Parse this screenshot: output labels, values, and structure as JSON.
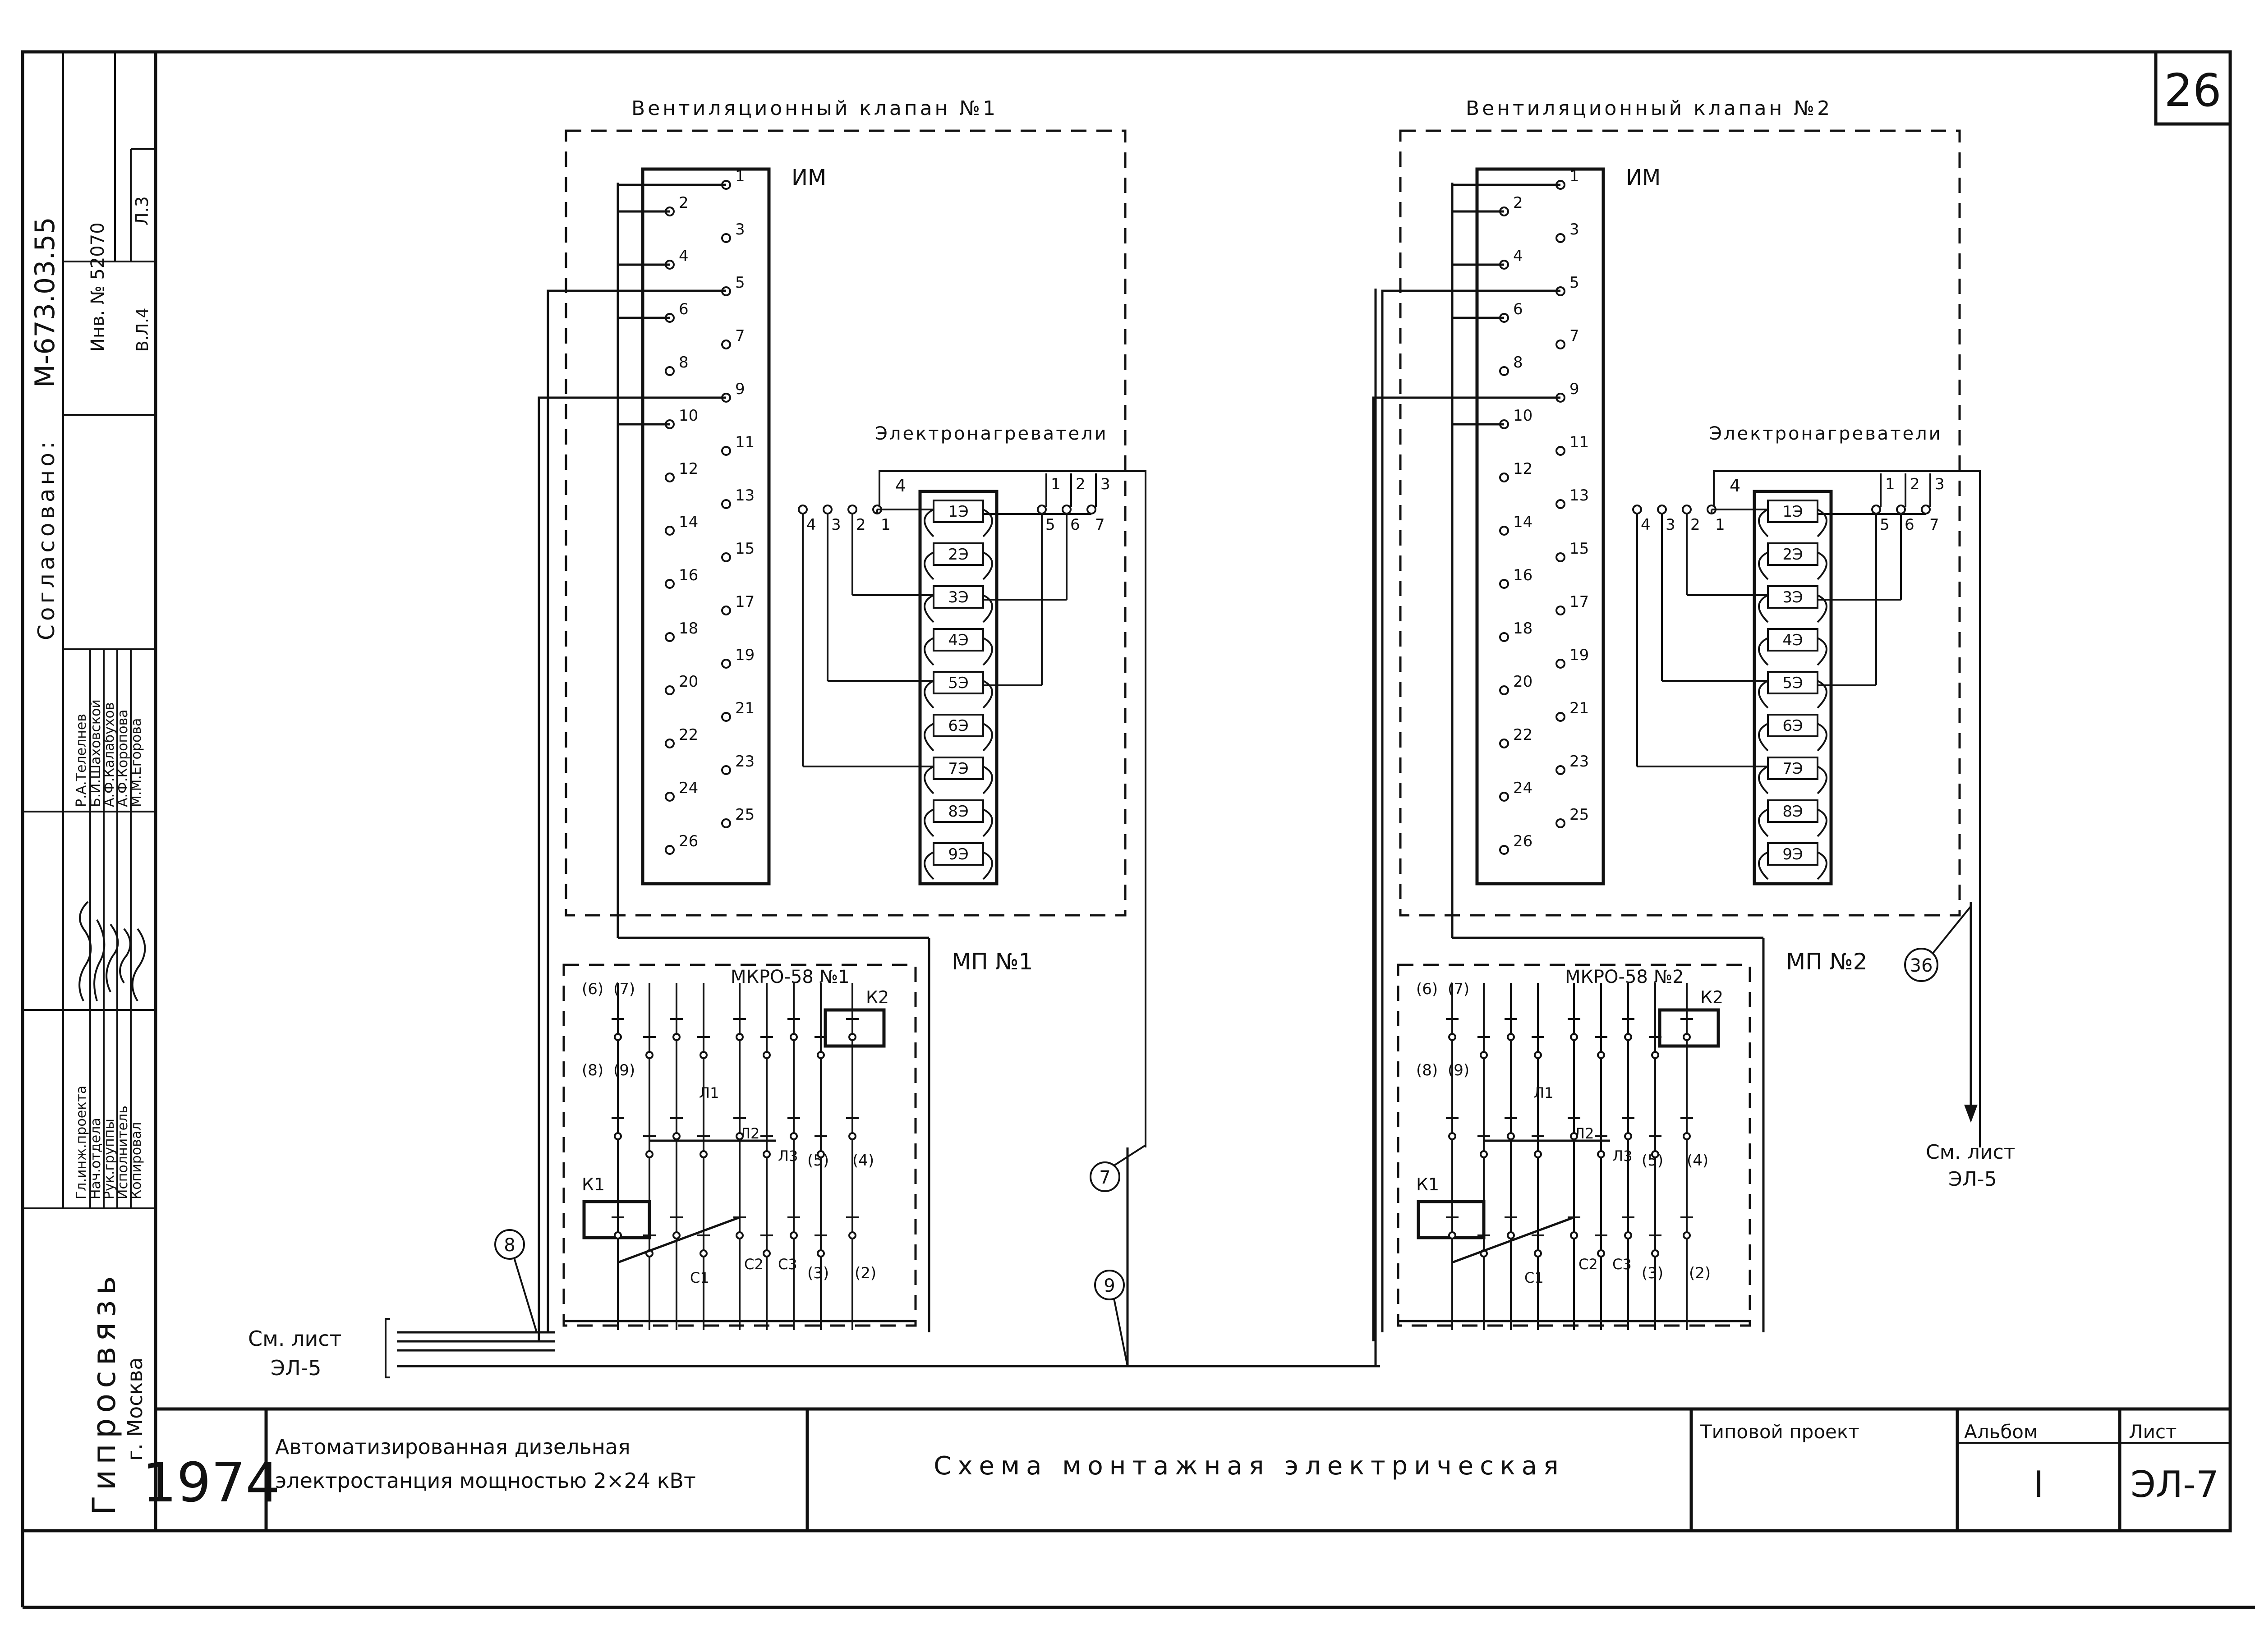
{
  "sheet_number_top": "26",
  "stamp": {
    "doc_code": "М-673.03.55",
    "inv": "Инв. № 52070",
    "sheet_ref": "Л.3",
    "volume": "В.Л.4",
    "agreed": "Согласовано:",
    "roles": [
      "Гл.инж.проекта",
      "Нач.отдела",
      "Рук.группы",
      "Исполнитель",
      "Копировал"
    ],
    "names": [
      "Р.А.Телелнев",
      "Б.И.Шаховской",
      "А.Ф.Калабухов",
      "А.Ф.Коропова",
      "М.М.Егорова"
    ],
    "org": "Гипросвязь",
    "city": "г. Москва"
  },
  "title_block": {
    "year": "1974",
    "project_line1": "Автоматизированная дизельная",
    "project_line2": "электростанция мощностью 2×24 кВт",
    "drawing_title": "Схема монтажная электрическая",
    "type_label": "Типовой проект",
    "album_label": "Альбом",
    "album_value": "I",
    "sheet_label": "Лист",
    "sheet_value": "ЭЛ-7"
  },
  "valve1": {
    "title": "Вентиляционный клапан №1",
    "im": "ИМ",
    "heaters": "Электронагреватели",
    "block": "МП №1",
    "relay": "МКРО-58 №1"
  },
  "valve2": {
    "title": "Вентиляционный клапан №2",
    "im": "ИМ",
    "heaters": "Электронагреватели",
    "block": "МП №2",
    "relay": "МКРО-58 №2"
  },
  "terminals": [
    "1",
    "2",
    "3",
    "4",
    "5",
    "6",
    "7",
    "8",
    "9",
    "10",
    "11",
    "12",
    "13",
    "14",
    "15",
    "16",
    "17",
    "18",
    "19",
    "20",
    "21",
    "22",
    "23",
    "24",
    "25",
    "26"
  ],
  "heater_elements": [
    "1Э",
    "2Э",
    "3Э",
    "4Э",
    "5Э",
    "6Э",
    "7Э",
    "8Э",
    "9Э"
  ],
  "heater_left_terminals": [
    "4",
    "3",
    "2",
    "1"
  ],
  "heater_right_terminals": [
    "5",
    "6",
    "7"
  ],
  "heater_top_numbers": [
    "1",
    "2",
    "3"
  ],
  "heater_mid_number": "4",
  "relay_labels": {
    "k2": "К2",
    "k1": "К1",
    "l1": "Л1",
    "l2": "Л2",
    "l3": "Л3",
    "c1": "С1",
    "c2": "С2",
    "c3": "С3",
    "t6": "(6)",
    "t7": "(7)",
    "t8": "(8)",
    "t9": "(9)",
    "t5": "(5)",
    "t4": "(4)",
    "t3": "(3)",
    "t2": "(2)"
  },
  "refs": {
    "see_sheet": "См. лист",
    "el5": "ЭЛ-5",
    "see_sheet_lc": "См. лист",
    "c7": "7",
    "c8": "8",
    "c9": "9",
    "c36": "36"
  }
}
